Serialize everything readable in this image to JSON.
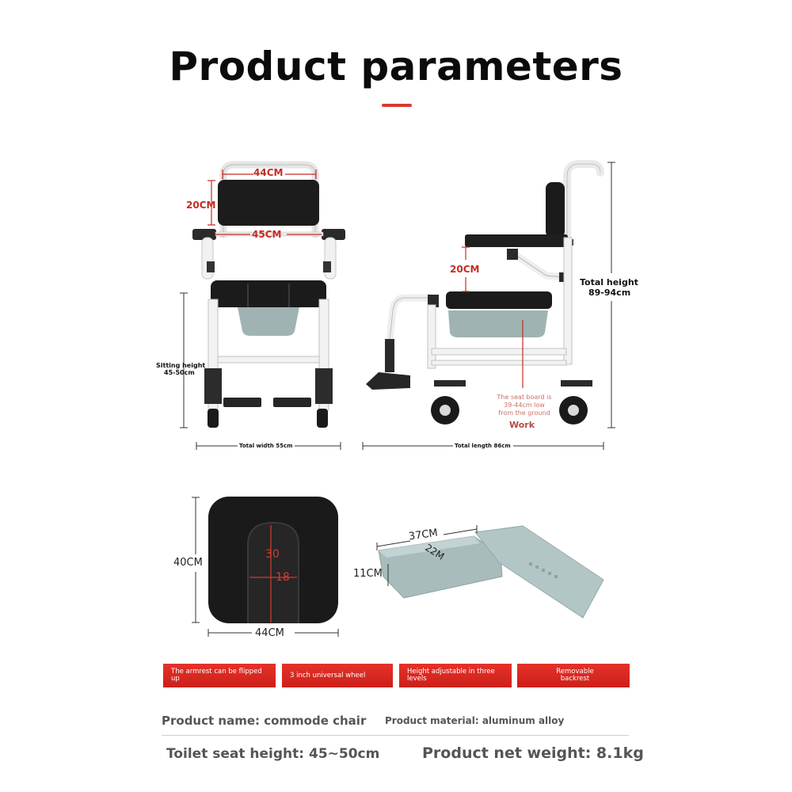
{
  "title": "Product parameters",
  "front_view": {
    "backrest_width": "44CM",
    "backrest_height": "20CM",
    "armrest_width": "45CM",
    "sitting_height_label": "Sitting height",
    "sitting_height_value": "45-50cm",
    "total_width": "Total width 55cm"
  },
  "side_view": {
    "seat_gap": "20CM",
    "total_height_label": "Total height",
    "total_height_value": "89-94cm",
    "seat_board_note_1": "The seat board is",
    "seat_board_note_2": "39-44cm low",
    "seat_board_note_3": "from the ground",
    "work_label": "Work",
    "total_length": "Total length 86cm"
  },
  "seat_view": {
    "depth": "40CM",
    "width": "44CM",
    "opening_length": "30",
    "opening_width": "18"
  },
  "bucket_view": {
    "length": "37CM",
    "width": "22M",
    "height": "11CM"
  },
  "features": [
    "The armrest can be flipped up",
    "3 inch universal wheel",
    "Height adjustable in three levels",
    "Removable backrest"
  ],
  "specs": {
    "name": "Product name: commode chair",
    "material": "Product material: aluminum alloy",
    "seat_height": "Toilet seat height: 45~50cm",
    "weight": "Product net weight: 8.1kg"
  },
  "colors": {
    "accent_red": "#c62a23",
    "frame_white": "#f4f4f4",
    "cushion_black": "#1b1b1b",
    "bucket_gray": "#9fb3b3"
  }
}
